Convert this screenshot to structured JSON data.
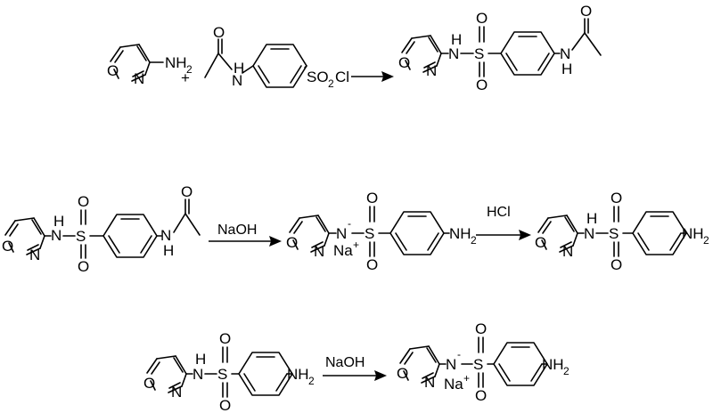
{
  "atoms": {
    "nh2": "NH",
    "two": "2",
    "o": "O",
    "n": "N",
    "s": "S",
    "nh": "NH",
    "n_label": "N",
    "h": "H",
    "so2cl": "SO",
    "cl": "Cl",
    "na": "Na",
    "plus": "+",
    "minus": "-"
  },
  "reagents": {
    "plus_sign": "+",
    "naoh": "NaOH",
    "hcl": "HCl"
  }
}
